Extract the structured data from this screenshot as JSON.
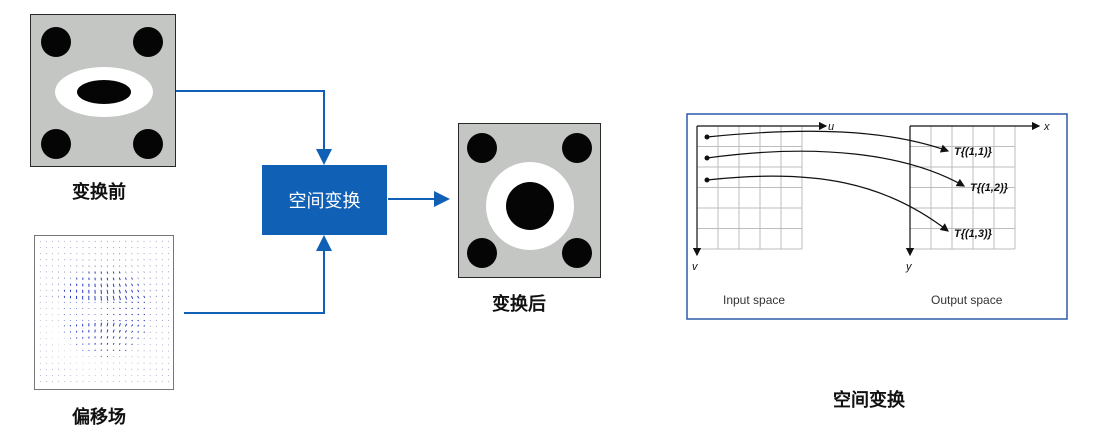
{
  "labels": {
    "before": "变换前",
    "displacement_field": "偏移场",
    "transform_box": "空间变换",
    "after": "变换后",
    "right_caption": "空间变换"
  },
  "spaces_figure": {
    "input_space": "Input space",
    "output_space": "Output space",
    "axis_u": "u",
    "axis_v": "v",
    "axis_x": "x",
    "axis_y": "y",
    "mappings": [
      "T{(1,1)}",
      "T{(1,2)}",
      "T{(1,3)}"
    ]
  },
  "colors": {
    "accent_blue": "#1060b5",
    "tile_gray": "#c3c6c3",
    "vector_blue": "#2b3cc4",
    "frame_blue": "#2d5aa8"
  }
}
